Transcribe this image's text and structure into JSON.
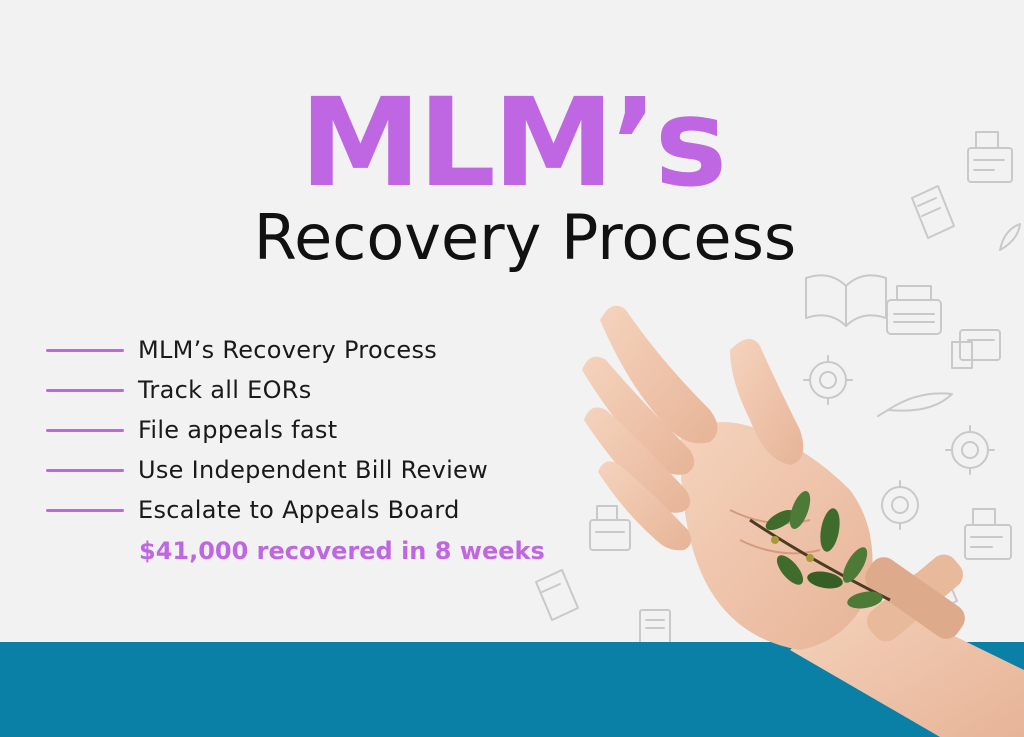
{
  "poster": {
    "title": "MLM’s",
    "subtitle": "Recovery Process",
    "steps": [
      {
        "label": "MLM’s Recovery Process"
      },
      {
        "label": "Track all EORs"
      },
      {
        "label": "File appeals fast"
      },
      {
        "label": "Use Independent Bill Review"
      },
      {
        "label": "Escalate to Appeals Board"
      }
    ],
    "result": "$41,000 recovered in 8 weeks"
  },
  "colors": {
    "accent_purple": "#bf67e3",
    "teal_band": "#0b80a6",
    "background": "#f2f2f2",
    "text_dark": "#111111",
    "skin": "#f1c9b0",
    "leaf": "#3f6b2c",
    "bandage": "#e8b99a"
  },
  "icons": [
    "cash-register-icon",
    "book-icon",
    "typewriter-icon",
    "gear-pencil-icon",
    "feather-quill-icon",
    "document-icon",
    "open-book-icon"
  ]
}
